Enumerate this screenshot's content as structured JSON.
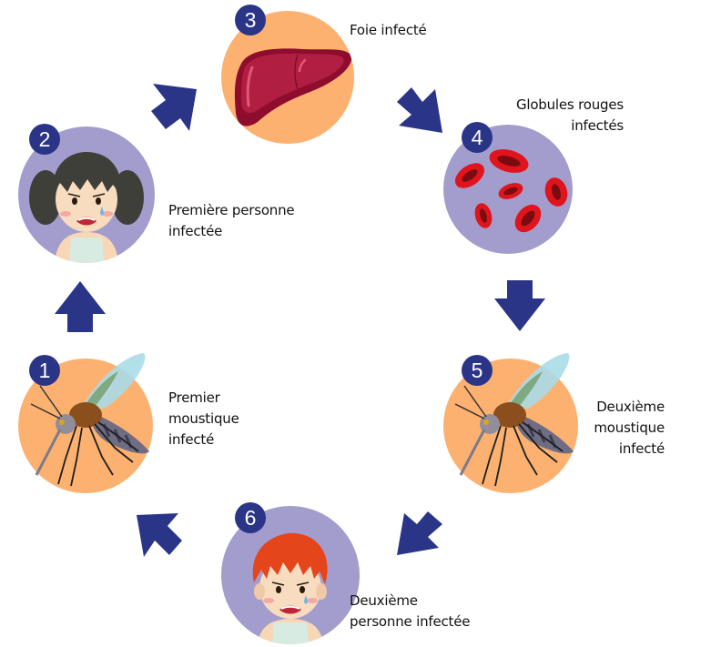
{
  "diagram": {
    "title": "Cycle de transmission du paludisme",
    "colors": {
      "arrow": "#2b3588",
      "badge": "#2b3588",
      "orange_circle": "#fdb170",
      "purple_circle": "#a29dcc",
      "liver": "#a31a3c",
      "blood_cell": "#e0141c"
    },
    "steps": [
      {
        "number": "1",
        "lines": [
          "Premier",
          "moustique",
          "infecté"
        ],
        "icon": "mosquito-icon"
      },
      {
        "number": "2",
        "lines": [
          "Première personne",
          "infectée"
        ],
        "icon": "girl-icon"
      },
      {
        "number": "3",
        "lines": [
          "Foie infecté"
        ],
        "icon": "liver-icon"
      },
      {
        "number": "4",
        "lines": [
          "Globules rouges",
          "infectés"
        ],
        "icon": "red-blood-cells-icon"
      },
      {
        "number": "5",
        "lines": [
          "Deuxième",
          "moustique",
          "infecté"
        ],
        "icon": "mosquito-icon"
      },
      {
        "number": "6",
        "lines": [
          "Deuxième",
          "personne infectée"
        ],
        "icon": "boy-icon"
      }
    ],
    "flow": [
      "1→2",
      "2→3",
      "3→4",
      "4→5",
      "5→6",
      "6→1"
    ]
  }
}
